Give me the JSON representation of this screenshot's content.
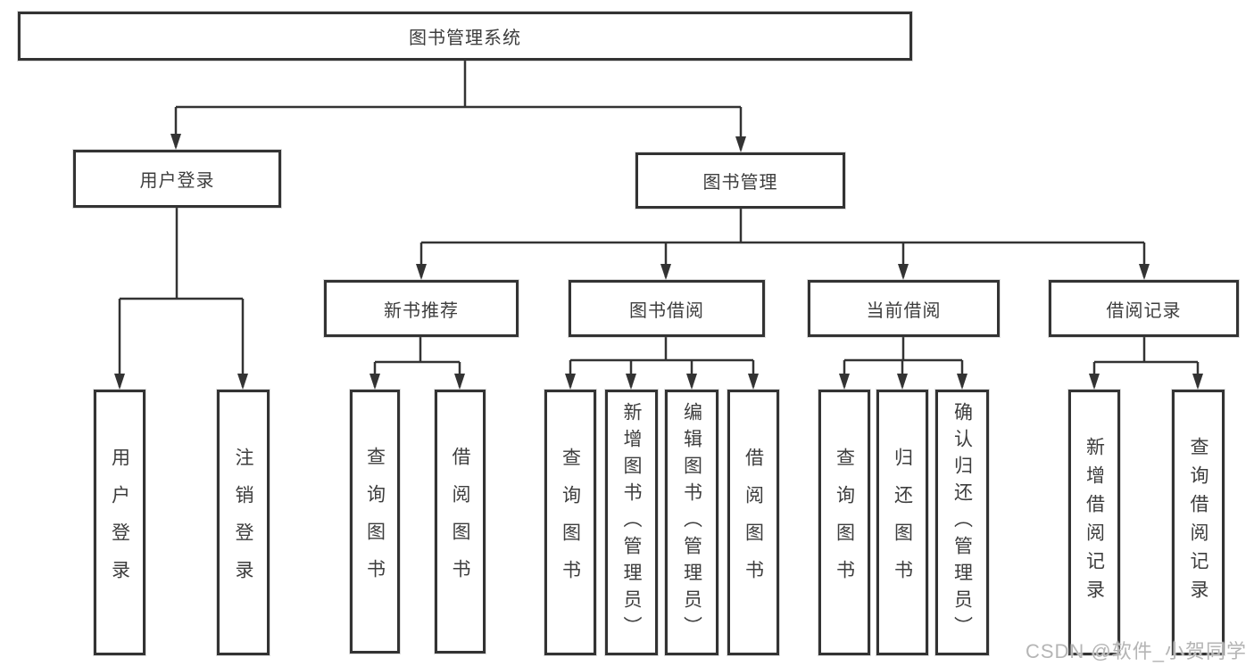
{
  "diagram": {
    "root": "图书管理系统",
    "level2": {
      "user_login": "用户登录",
      "book_management": "图书管理"
    },
    "level3": {
      "new_book_recommend": "新书推荐",
      "book_borrowing": "图书借阅",
      "current_borrowing": "当前借阅",
      "borrowing_records": "借阅记录"
    },
    "leaves": {
      "user_login": [
        "用户登录",
        "注销登录"
      ],
      "new_book_recommend": [
        "查询图书",
        "借阅图书"
      ],
      "book_borrowing": [
        "查询图书",
        "新增图书（管理员）",
        "编辑图书（管理员）",
        "借阅图书"
      ],
      "current_borrowing": [
        "查询图书",
        "归还图书",
        "确认归还（管理员）"
      ],
      "borrowing_records": [
        "新增借阅记录",
        "查询借阅记录"
      ]
    }
  },
  "watermark": "CSDN @软件_小贺同学",
  "colors": {
    "line": "#333333",
    "box_border": "#333333",
    "text": "#3d3d3d",
    "watermark": "#b5b5b5"
  }
}
